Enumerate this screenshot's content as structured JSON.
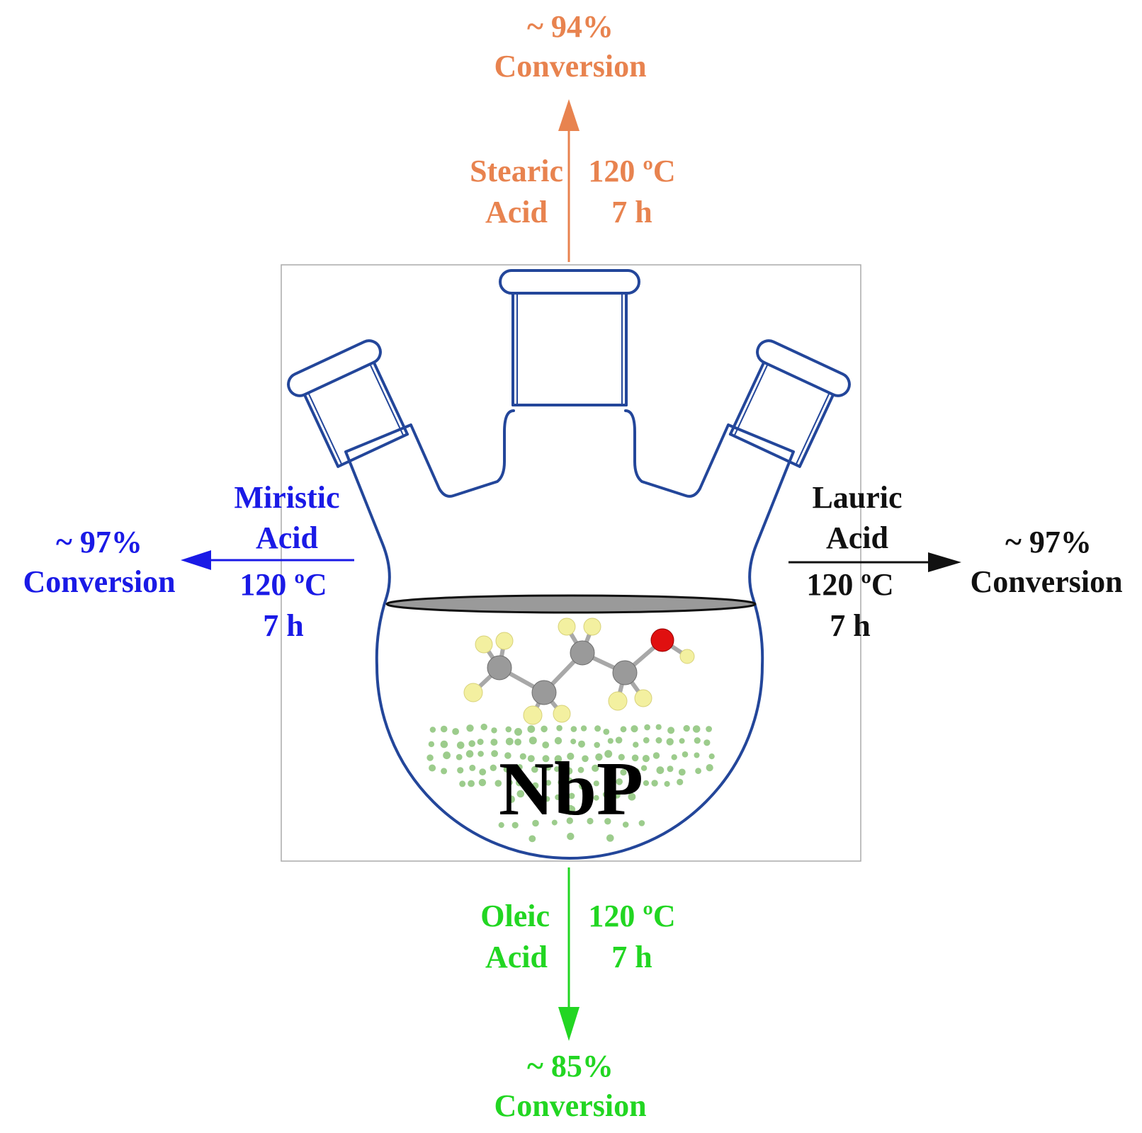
{
  "colors": {
    "stearic": "#e8834f",
    "miristic": "#1a1ae6",
    "lauric": "#111111",
    "oleic": "#22d622",
    "flask": "#23469a",
    "catalyst_dots": "#9ccc8c",
    "carbon": "#9a9a9a",
    "hydrogen": "#f3f0a0",
    "oxygen": "#e01010"
  },
  "reactions": {
    "top": {
      "acid_line1": "Stearic",
      "acid_line2": "Acid",
      "temperature": "120 ºC",
      "time": "7 h",
      "conversion_value": "~ 94%",
      "conversion_label": "Conversion"
    },
    "left": {
      "acid_line1": "Miristic",
      "acid_line2": "Acid",
      "temperature": "120 ºC",
      "time": "7 h",
      "conversion_value": "~ 97%",
      "conversion_label": "Conversion"
    },
    "right": {
      "acid_line1": "Lauric",
      "acid_line2": "Acid",
      "temperature": "120 ºC",
      "time": "7 h",
      "conversion_value": "~ 97%",
      "conversion_label": "Conversion"
    },
    "bottom": {
      "acid_line1": "Oleic",
      "acid_line2": "Acid",
      "temperature": "120 ºC",
      "time": "7 h",
      "conversion_value": "~ 85%",
      "conversion_label": "Conversion"
    }
  },
  "catalyst": {
    "label": "NbP"
  },
  "icons": {
    "flask": "three-neck-round-bottom-flask",
    "molecule": "butanol-ball-and-stick"
  }
}
